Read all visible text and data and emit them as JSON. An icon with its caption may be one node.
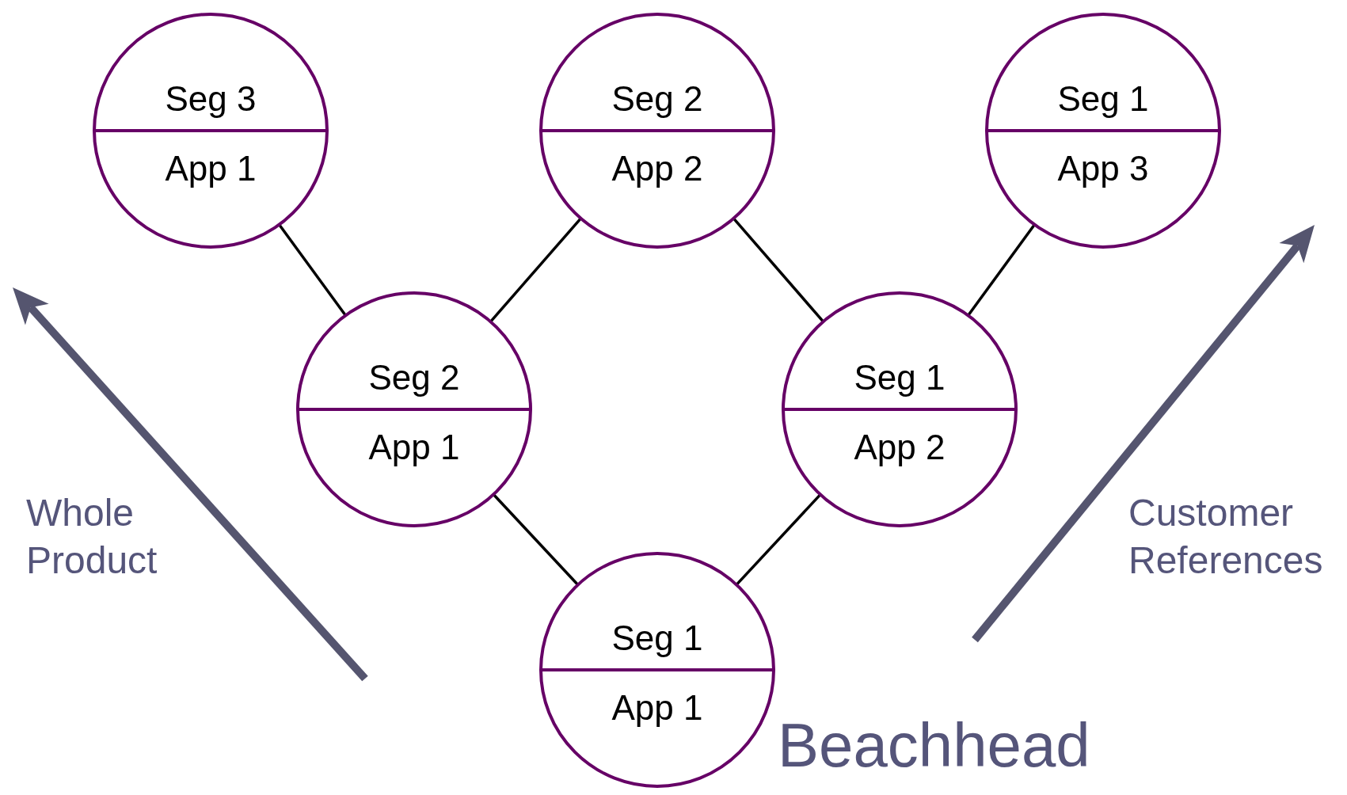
{
  "diagram": {
    "nodes": [
      {
        "text": [
          "Seg 3",
          "App 1"
        ]
      },
      {
        "text": [
          "Seg 2",
          "App 2"
        ]
      },
      {
        "text": [
          "Seg 1",
          "App 3"
        ]
      },
      {
        "text": [
          "Seg 2",
          "App 1"
        ]
      },
      {
        "text": [
          "Seg 1",
          "App 2"
        ]
      },
      {
        "text": [
          "Seg 1",
          "App 1"
        ],
        "beside": [
          "Beachhead"
        ]
      }
    ],
    "edges": [
      {
        "from": 0,
        "to": 3,
        "arrow": "none"
      },
      {
        "from": 1,
        "to": 3,
        "arrow": "none"
      },
      {
        "from": 1,
        "to": 4,
        "arrow": "none"
      },
      {
        "from": 2,
        "to": 4,
        "arrow": "none"
      },
      {
        "from": 3,
        "to": 5,
        "arrow": "none"
      },
      {
        "from": 4,
        "to": 5,
        "arrow": "none"
      }
    ],
    "labels": [
      "Whole Product",
      "Customer References"
    ]
  }
}
